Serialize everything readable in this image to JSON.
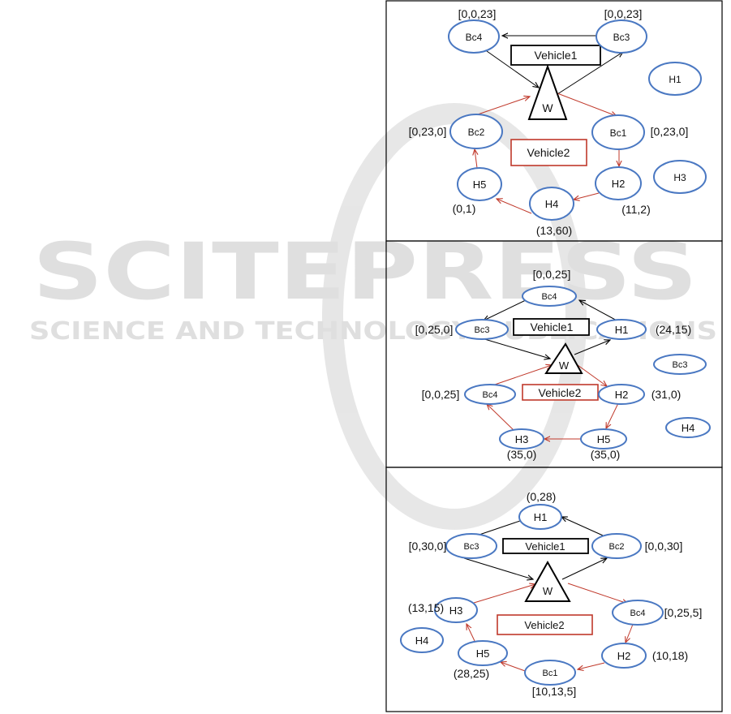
{
  "watermark": {
    "main": "SCITEPRESS",
    "sub": "SCIENCE AND TECHNOLOGY PUBLICATIONS"
  },
  "colors": {
    "node_stroke": "#4a78c2",
    "vehicle1": "#000000",
    "vehicle2": "#c0392b",
    "panel_border": "#000000"
  },
  "panels": [
    {
      "nodes": {
        "bc4": "Bc4",
        "bc3": "Bc3",
        "h1": "H1",
        "w": "W",
        "bc2": "Bc2",
        "bc1": "Bc1",
        "h5": "H5",
        "h4": "H4",
        "h2": "H2",
        "h3": "H3"
      },
      "vehicles": {
        "v1": "Vehicle1",
        "v2": "Vehicle2"
      },
      "annotations": {
        "bc4": "[0,0,23]",
        "bc3": "[0,0,23]",
        "bc2": "[0,23,0]",
        "bc1": "[0,23,0]",
        "h5": "(0,1)",
        "h4": "(13,60)",
        "h2": "(11,2)"
      }
    },
    {
      "nodes": {
        "bc4_top": "Bc4",
        "bc3_left": "Bc3",
        "h1": "H1",
        "bc3_right": "Bc3",
        "w": "W",
        "bc4_left": "Bc4",
        "h2": "H2",
        "h4": "H4",
        "h3": "H3",
        "h5": "H5"
      },
      "vehicles": {
        "v1": "Vehicle1",
        "v2": "Vehicle2"
      },
      "annotations": {
        "bc4_top": "[0,0,25]",
        "bc3_left": "[0,25,0]",
        "h1": "(24,15)",
        "bc4_left": "[0,0,25]",
        "h2": "(31,0)",
        "h3": "(35,0)",
        "h5": "(35,0)"
      }
    },
    {
      "nodes": {
        "h1": "H1",
        "bc3": "Bc3",
        "bc2": "Bc2",
        "w": "W",
        "h3": "H3",
        "bc4": "Bc4",
        "h4": "H4",
        "h5": "H5",
        "h2": "H2",
        "bc1": "Bc1"
      },
      "vehicles": {
        "v1": "Vehicle1",
        "v2": "Vehicle2"
      },
      "annotations": {
        "h1": "(0,28)",
        "bc3": "[0,30,0]",
        "bc2": "[0,0,30]",
        "h3": "(13,15)",
        "bc4": "[0,25,5]",
        "h5": "(28,25)",
        "h2": "(10,18)",
        "bc1": "[10,13,5]"
      }
    }
  ]
}
